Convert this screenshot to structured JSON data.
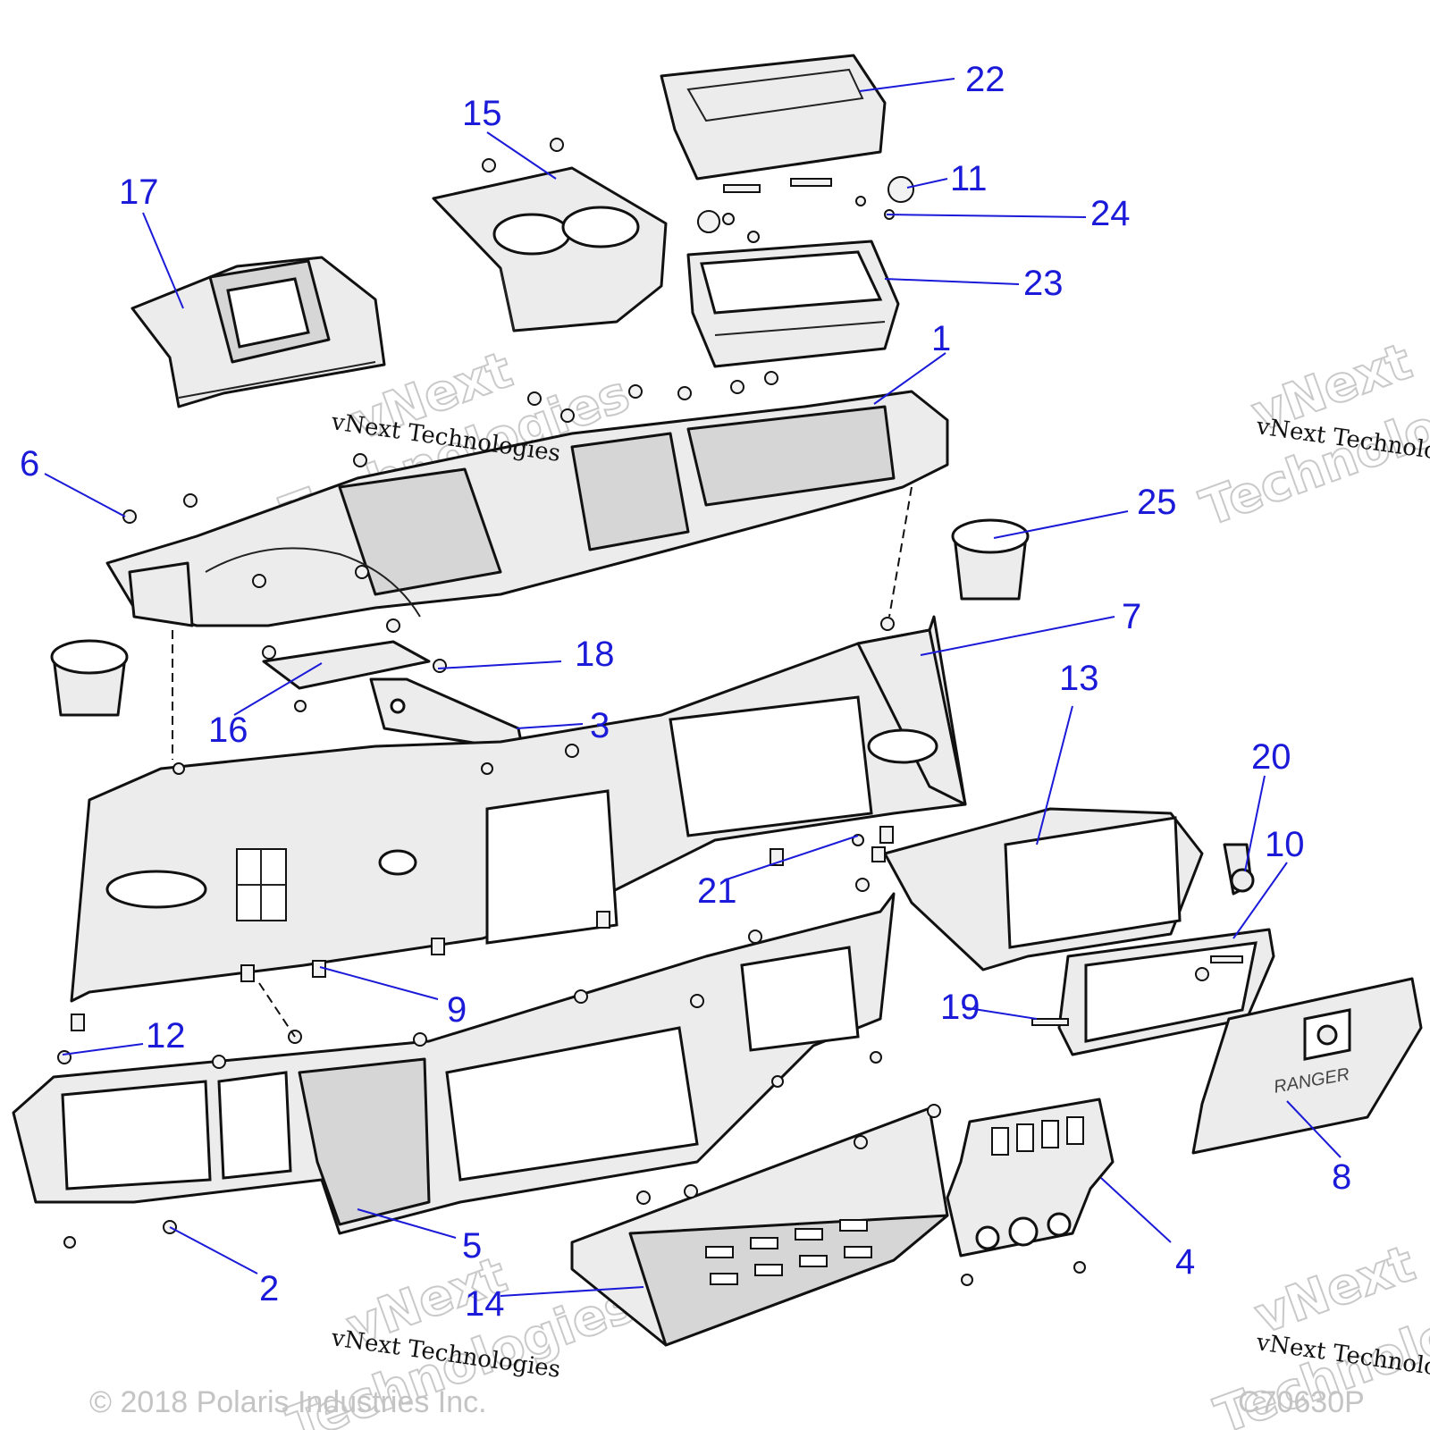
{
  "callouts": [
    {
      "num": "1"
    },
    {
      "num": "2"
    },
    {
      "num": "3"
    },
    {
      "num": "4"
    },
    {
      "num": "5"
    },
    {
      "num": "6"
    },
    {
      "num": "7"
    },
    {
      "num": "8"
    },
    {
      "num": "9"
    },
    {
      "num": "10"
    },
    {
      "num": "11"
    },
    {
      "num": "12"
    },
    {
      "num": "13"
    },
    {
      "num": "14"
    },
    {
      "num": "15"
    },
    {
      "num": "16"
    },
    {
      "num": "17"
    },
    {
      "num": "18"
    },
    {
      "num": "19"
    },
    {
      "num": "20"
    },
    {
      "num": "21"
    },
    {
      "num": "22"
    },
    {
      "num": "23"
    },
    {
      "num": "24"
    },
    {
      "num": "25"
    }
  ],
  "watermark": {
    "line1": "vNext",
    "line2": "Technologies",
    "caption": "vNext Technologies"
  },
  "copyright": "© 2018 Polaris Industries Inc.",
  "figure_code": "C70630P",
  "part_embossing": "RANGER",
  "colors": {
    "callout_blue": "#1a1ad8",
    "line": "#111111",
    "part_fill": "#ececec"
  }
}
